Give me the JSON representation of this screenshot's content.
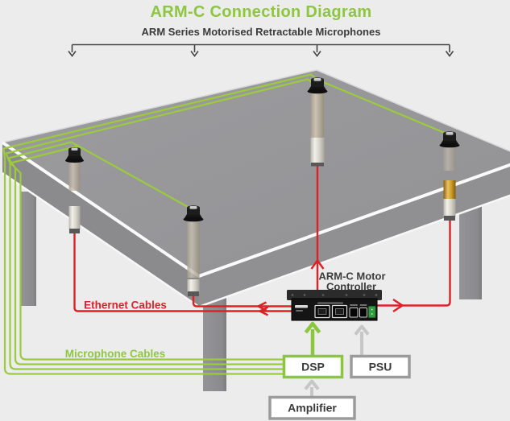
{
  "title": "ARM-C Connection Diagram",
  "subtitle": "ARM Series Motorised Retractable Microphones",
  "labels": {
    "ethernet_cables": "Ethernet Cables",
    "microphone_cables": "Microphone Cables"
  },
  "controller": {
    "label_line1": "ARM-C Motor",
    "label_line2": "Controller"
  },
  "devices": {
    "dsp": "DSP",
    "psu": "PSU",
    "amplifier": "Amplifier"
  },
  "microphones": {
    "count": 4,
    "description": "ARM series motorised retractable microphones mounted through a table"
  },
  "connections": [
    {
      "from": "ARM-C Motor Controller",
      "to": "each microphone",
      "type": "Ethernet Cables"
    },
    {
      "from": "microphones",
      "to": "DSP",
      "type": "Microphone Cables"
    },
    {
      "from": "DSP",
      "to": "ARM-C Motor Controller",
      "type": "control"
    },
    {
      "from": "PSU",
      "to": "ARM-C Motor Controller",
      "type": "power"
    },
    {
      "from": "Amplifier",
      "to": "DSP",
      "type": "audio"
    }
  ],
  "colors": {
    "background": "#ececec",
    "accent_green": "#8dc63f",
    "cable_green": "#9bcb3d",
    "ethernet_red": "#e02027",
    "gray_connector": "#c6c6c6",
    "text_dark": "#3b3b3b",
    "table_gray": "#98989b"
  }
}
